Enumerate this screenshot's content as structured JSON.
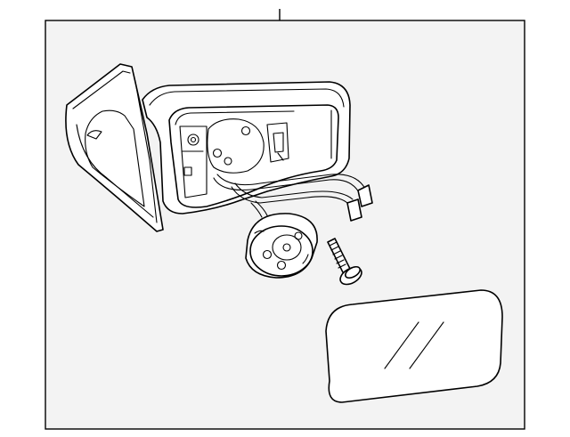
{
  "diagram": {
    "style": "black line art exploded view",
    "background_color": "#ffffff",
    "panel_color": "#f3f3f3",
    "line_color": "#000000",
    "parts": [
      {
        "name": "mirror-housing-assembly"
      },
      {
        "name": "mirror-glass"
      },
      {
        "name": "actuator-motor"
      },
      {
        "name": "mounting-screw"
      },
      {
        "name": "wire-harness"
      }
    ]
  }
}
